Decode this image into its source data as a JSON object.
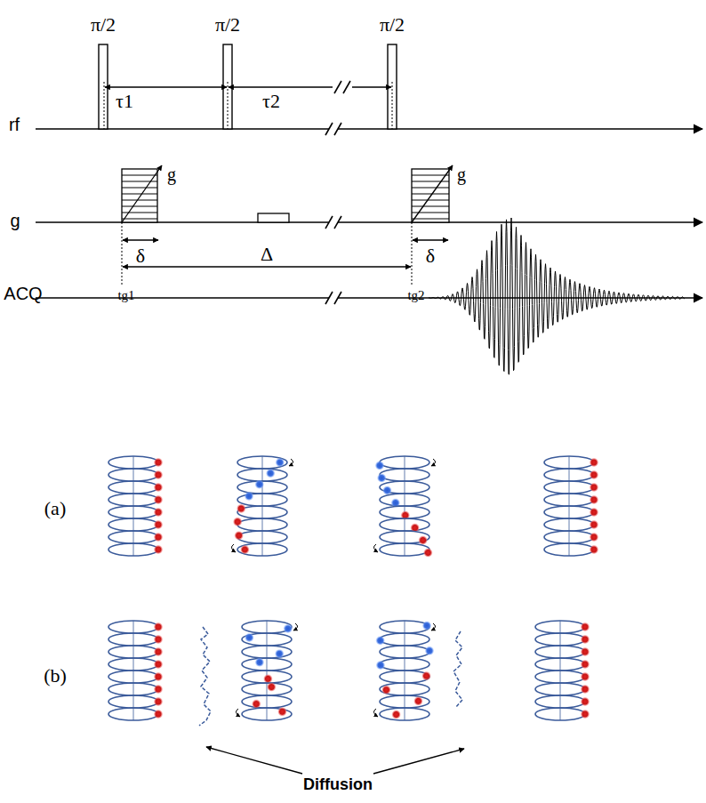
{
  "diagram": {
    "labels": [
      "π/2",
      "π/2",
      "π/2",
      "rf",
      "τ1",
      "τ2",
      "g",
      "g",
      "g",
      "δ",
      "δ",
      "Δ",
      "ACQ",
      "tg1",
      "tg2",
      "(a)",
      "(b)",
      "Diffusion"
    ]
  }
}
